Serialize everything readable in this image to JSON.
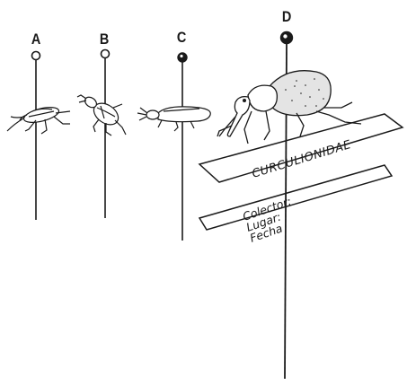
{
  "pins": [
    {
      "letter": "A"
    },
    {
      "letter": "B"
    },
    {
      "letter": "C"
    },
    {
      "letter": "D"
    }
  ],
  "labels": {
    "family": "CURCULIONIDAE",
    "collector_line1": "Colector:",
    "collector_line2": "Lugar:",
    "collector_line3": "Fecha"
  },
  "colors": {
    "ink": "#1a1a1a",
    "paper": "#ffffff",
    "shade": "#d9d9d9"
  },
  "icons": [
    "insect-pin",
    "beetle",
    "weevil",
    "paper-label"
  ]
}
